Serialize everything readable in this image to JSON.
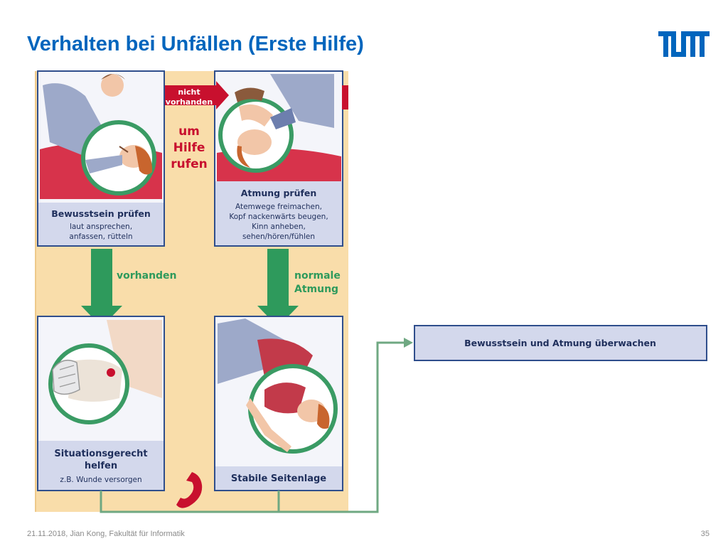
{
  "slide": {
    "title": "Verhalten bei Unfällen (Erste Hilfe)",
    "footer_left": "21.11.2018, Jian Kong, Fakultät für Informatik",
    "page_number": "35"
  },
  "logo": {
    "icon": "tum-logo",
    "text": "TUM",
    "color": "#0065BD"
  },
  "panels": {
    "consciousness": {
      "title": "Bewusstsein prüfen",
      "desc": [
        "laut ansprechen,",
        "anfassen, rütteln"
      ]
    },
    "breathing": {
      "title": "Atmung prüfen",
      "desc": [
        "Atemwege freimachen,",
        "Kopf nackenwärts beugen,",
        "Kinn anheben,",
        "sehen/hören/fühlen"
      ]
    },
    "situational": {
      "title": [
        "Situationsgerecht",
        "helfen"
      ],
      "desc": "z.B. Wunde versorgen"
    },
    "recovery": {
      "title": "Stabile Seitenlage"
    }
  },
  "arrows": {
    "not_present": [
      "nicht",
      "vorhanden"
    ],
    "present": "vorhanden",
    "normal_breathing": [
      "normale",
      "Atmung"
    ]
  },
  "call_help": [
    "um",
    "Hilfe",
    "rufen"
  ],
  "monitor_box": "Bewusstsein und Atmung überwachen",
  "colors": {
    "title_blue": "#0065BD",
    "panel_border": "#2F4E8C",
    "panel_fill": "#D3D8EC",
    "background_sand": "#F9DDAA",
    "red": "#C8102E",
    "green": "#2E9A5C",
    "connector_green": "#6FA882"
  }
}
